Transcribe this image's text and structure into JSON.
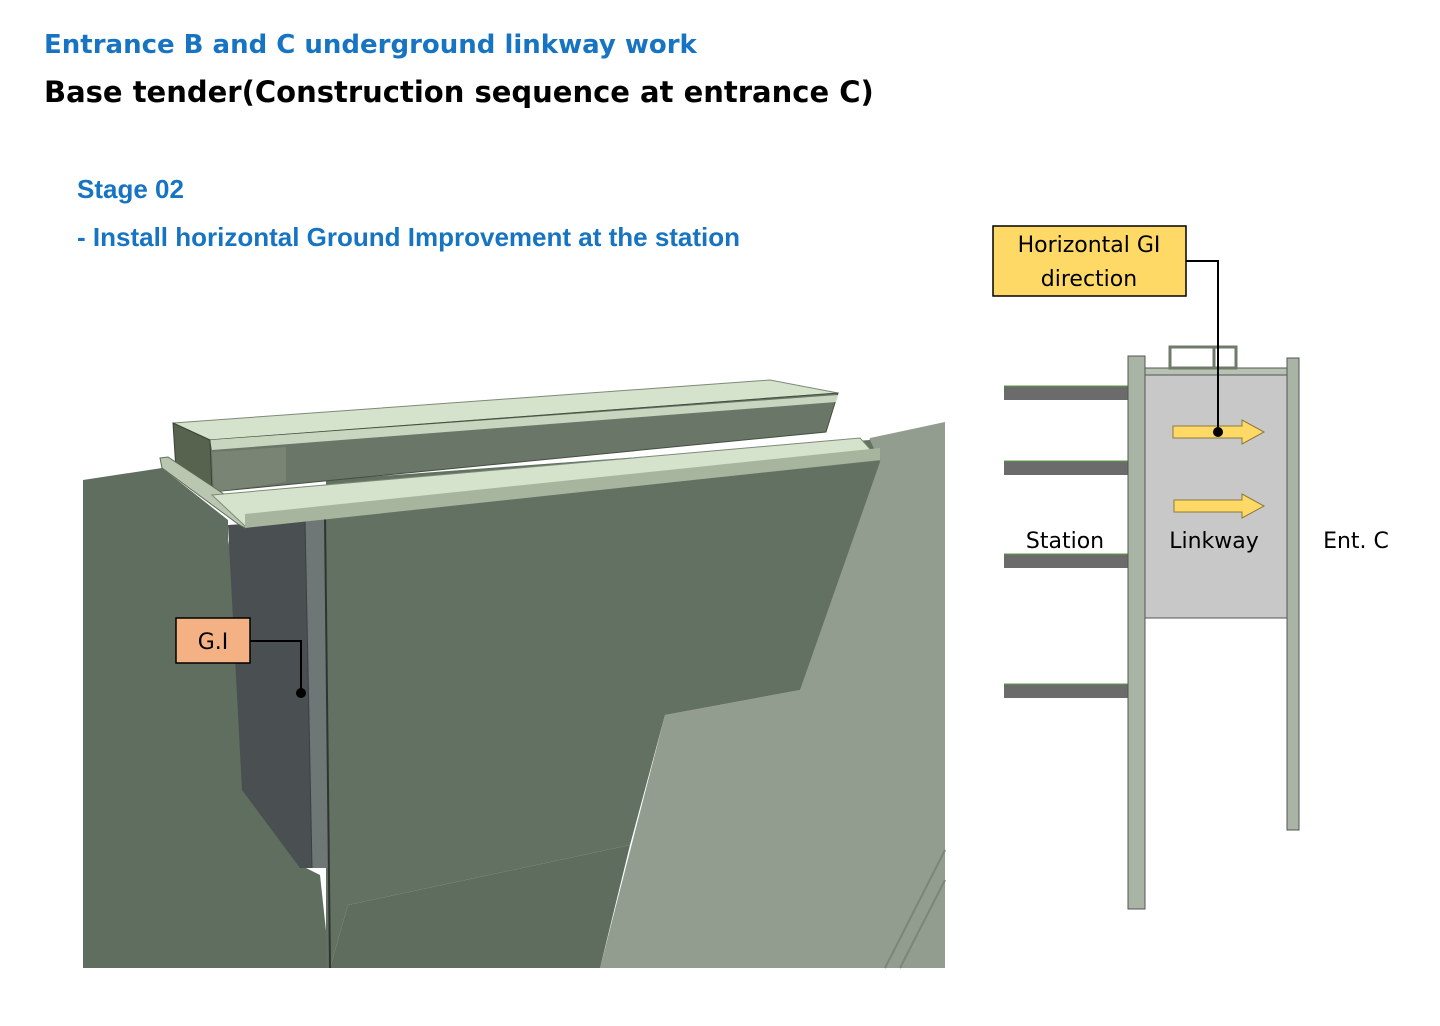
{
  "header": {
    "title": "Entrance B and C underground linkway work",
    "subtitle": "Base tender(Construction sequence at entrance C)"
  },
  "stage": {
    "label": "Stage 02",
    "description": "- Install horizontal Ground Improvement at the station"
  },
  "model_view": {
    "gi_callout": "G.I",
    "gi_callout_color": "#f4b183"
  },
  "plan_view": {
    "gi_direction_line1": "Horizontal GI",
    "gi_direction_line2": "direction",
    "gi_direction_color": "#ffd966",
    "station_label": "Station",
    "linkway_label": "Linkway",
    "entrance_label": "Ent. C",
    "arrow_color": "#ffd966",
    "wall_color": "#a9b4a4",
    "linkway_fill": "#c8c8c8",
    "strut_color": "#6b6b6b"
  },
  "colors": {
    "accent_blue": "#1674c2",
    "soil_dark": "#5f6f5f",
    "soil_light": "#929c8f",
    "gi_block": "#4a4f52"
  }
}
